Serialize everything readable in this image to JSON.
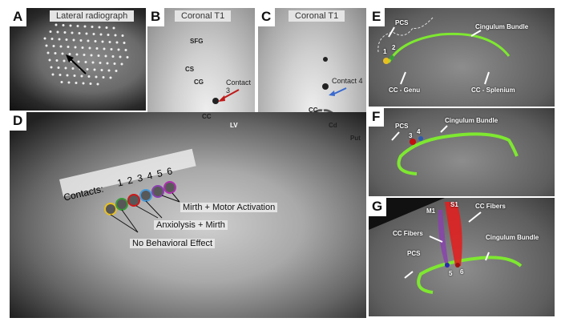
{
  "panels": {
    "A": {
      "letter": "A",
      "title": "Lateral radiograph"
    },
    "B": {
      "letter": "B",
      "title": "Coronal T1",
      "labels": [
        "SFG",
        "CS",
        "CG",
        "CC",
        "LV"
      ],
      "contact": "Contact 3"
    },
    "C": {
      "letter": "C",
      "title": "Coronal T1",
      "labels": [
        "CC",
        "Cd",
        "Put"
      ],
      "contact": "Contact 4"
    },
    "D": {
      "letter": "D",
      "contacts_label": "Contacts:",
      "contact_numbers": [
        "1",
        "2",
        "3",
        "4",
        "5",
        "6"
      ],
      "effects": [
        "Mirth + Motor Activation",
        "Anxiolysis + Mirth",
        "No Behavioral Effect"
      ]
    },
    "E": {
      "letter": "E",
      "labels": [
        "PCS",
        "Cingulum Bundle",
        "CC - Genu",
        "CC - Splenium"
      ],
      "contacts": [
        "1",
        "2"
      ]
    },
    "F": {
      "letter": "F",
      "labels": [
        "PCS",
        "Cingulum Bundle"
      ],
      "contacts": [
        "3",
        "4"
      ]
    },
    "G": {
      "letter": "G",
      "labels": [
        "S1",
        "M1",
        "CC Fibers",
        "CC Fibers",
        "Cingulum Bundle",
        "PCS"
      ],
      "contacts": [
        "5",
        "6"
      ]
    }
  },
  "colors": {
    "contact1": "#e8c020",
    "contact2": "#3a9a3a",
    "contact3": "#d01818",
    "contact4": "#4a9ad8",
    "contact5": "#8a40b0",
    "contact6": "#b030b0",
    "tract": "#7ee830",
    "cc_fibers": "#e02020"
  }
}
